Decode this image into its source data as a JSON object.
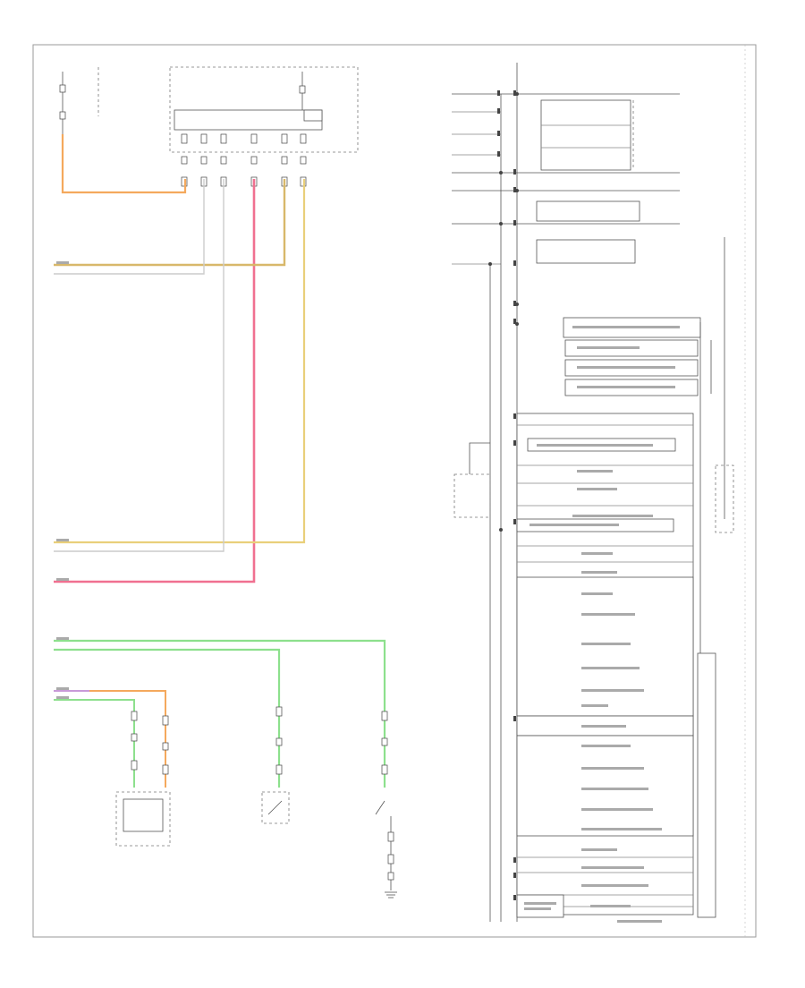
{
  "diagram": {
    "footer_left": "",
    "footer_right": ""
  },
  "colors": {
    "orange": "#f4a95d",
    "pink": "#f07090",
    "yellow": "#e9cf7a",
    "tan": "#d8b86a",
    "green": "#8de08d",
    "purple": "#c89ad8",
    "light_gray": "#cccccc",
    "wire_gray": "#999999"
  },
  "icons": [
    "ground-symbol",
    "switch-symbol",
    "splice-dot",
    "connector-pin"
  ]
}
